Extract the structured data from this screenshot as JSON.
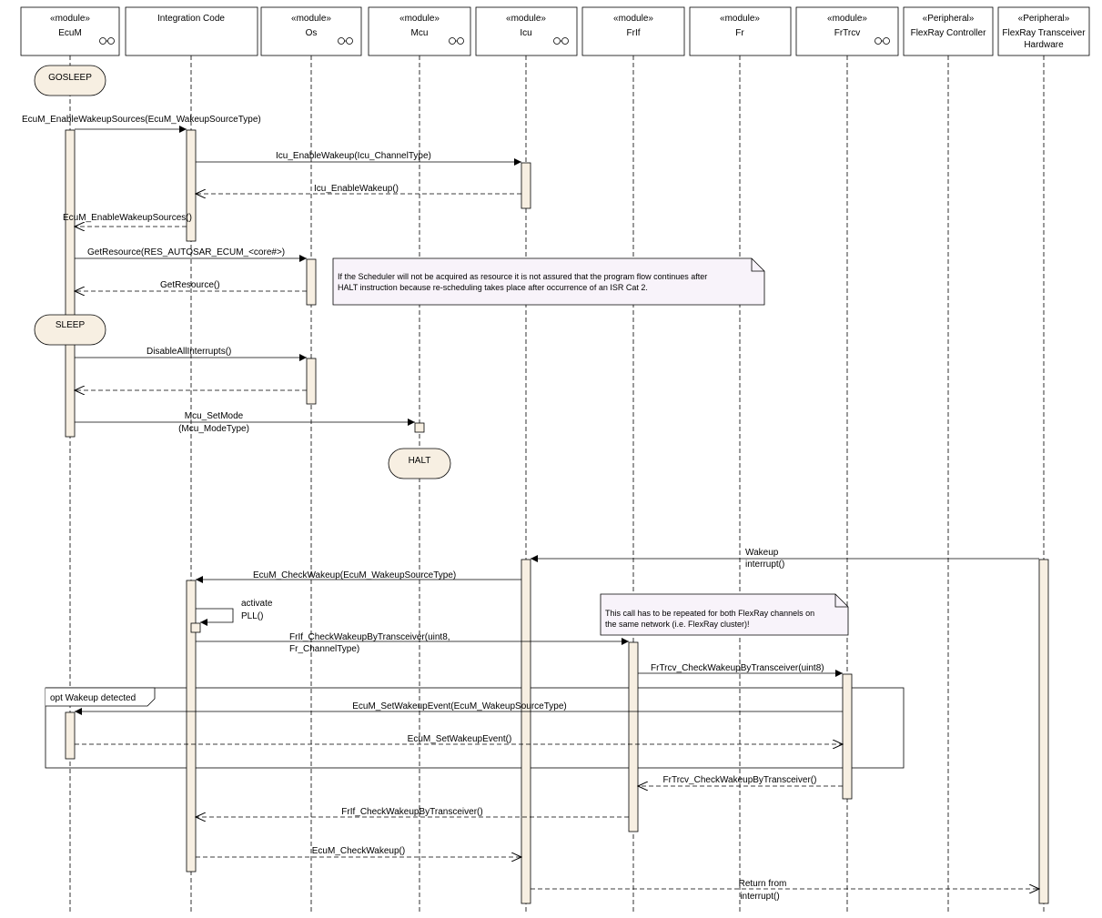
{
  "lifelines": [
    {
      "stereotype": "«module»",
      "name": "EcuM",
      "component_icon": "component-icon"
    },
    {
      "stereotype": "",
      "name": "Integration Code"
    },
    {
      "stereotype": "«module»",
      "name": "Os",
      "component_icon": "component-icon"
    },
    {
      "stereotype": "«module»",
      "name": "Mcu",
      "component_icon": "component-icon"
    },
    {
      "stereotype": "«module»",
      "name": "Icu",
      "component_icon": "component-icon"
    },
    {
      "stereotype": "«module»",
      "name": "FrIf"
    },
    {
      "stereotype": "«module»",
      "name": "Fr"
    },
    {
      "stereotype": "«module»",
      "name": "FrTrcv",
      "component_icon": "component-icon"
    },
    {
      "stereotype": "«Peripheral»",
      "name": "FlexRay Controller"
    },
    {
      "stereotype": "«Peripheral»",
      "name": "FlexRay Transceiver",
      "name2": "Hardware"
    }
  ],
  "states": [
    "GOSLEEP",
    "SLEEP",
    "HALT"
  ],
  "messages": [
    {
      "text": "EcuM_EnableWakeupSources(EcuM_WakeupSourceType)"
    },
    {
      "text": "Icu_EnableWakeup(Icu_ChannelType)"
    },
    {
      "text": "Icu_EnableWakeup()"
    },
    {
      "text": "EcuM_EnableWakeupSources()"
    },
    {
      "text": "GetResource(RES_AUTOSAR_ECUM_<core#>)"
    },
    {
      "text": "GetResource()"
    },
    {
      "text": "DisableAllInterrupts()"
    },
    {
      "text": ""
    },
    {
      "text": "Mcu_SetMode",
      "text2": "(Mcu_ModeType)"
    },
    {
      "text": "Wakeup",
      "text2": "interrupt()"
    },
    {
      "text": "EcuM_CheckWakeup(EcuM_WakeupSourceType)"
    },
    {
      "text": "activate",
      "text2": "PLL()"
    },
    {
      "text": "FrIf_CheckWakeupByTransceiver(uint8,",
      "text2": "Fr_ChannelType)"
    },
    {
      "text": "FrTrcv_CheckWakeupByTransceiver(uint8)"
    },
    {
      "text": "EcuM_SetWakeupEvent(EcuM_WakeupSourceType)"
    },
    {
      "text": "EcuM_SetWakeupEvent()"
    },
    {
      "text": "FrTrcv_CheckWakeupByTransceiver()"
    },
    {
      "text": "FrIf_CheckWakeupByTransceiver()"
    },
    {
      "text": "EcuM_CheckWakeup()"
    },
    {
      "text": "Return from",
      "text2": "interrupt()"
    }
  ],
  "notes": [
    {
      "line1": "If the Scheduler will not be acquired as resource it is not assured that the program flow continues after",
      "line2": "HALT instruction because re-scheduling takes place after occurrence of an ISR Cat 2."
    },
    {
      "line1": "This call has to be repeated for both FlexRay channels on",
      "line2": "the same network (i.e. FlexRay cluster)!"
    }
  ],
  "fragment": {
    "label": "opt Wakeup detected"
  },
  "colors": {
    "activation_fill": "#f7efe2",
    "state_fill": "#f7efe2",
    "note_fill": "#f8f3fa",
    "header_fill": "#ffffff",
    "line": "#000000"
  }
}
